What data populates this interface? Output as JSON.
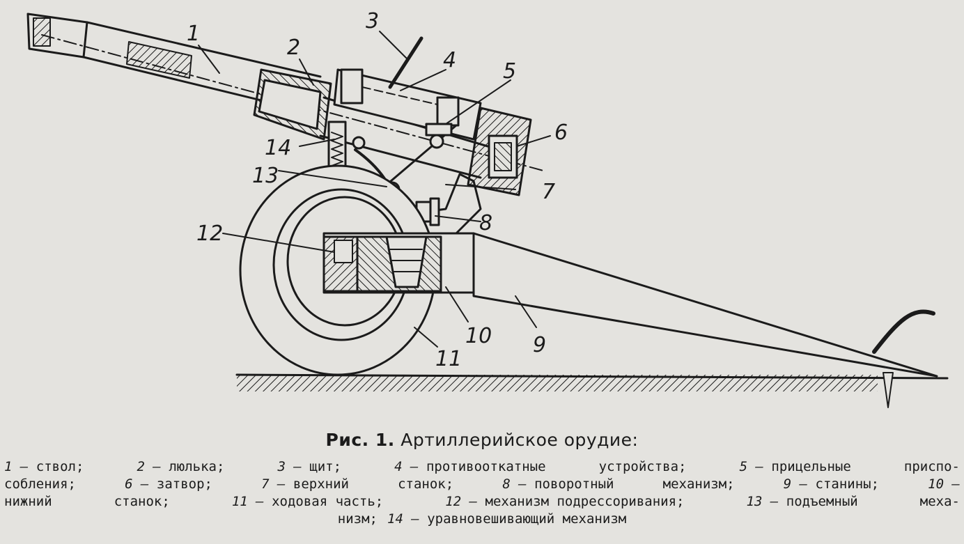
{
  "figure": {
    "labels": [
      "1",
      "2",
      "3",
      "4",
      "5",
      "6",
      "7",
      "8",
      "9",
      "10",
      "11",
      "12",
      "13",
      "14"
    ]
  },
  "caption": {
    "prefix": "Рис. 1.",
    "title": "Артиллерийское орудие:"
  },
  "legend": [
    {
      "num": "1",
      "text": "ствол;"
    },
    {
      "num": "2",
      "text": "люлька;"
    },
    {
      "num": "3",
      "text": "щит;"
    },
    {
      "num": "4",
      "text": "противооткатные устройства;"
    },
    {
      "num": "5",
      "text": "прицельные приспособления;"
    },
    {
      "num": "6",
      "text": "затвор;"
    },
    {
      "num": "7",
      "text": "верхний станок;"
    },
    {
      "num": "8",
      "text": "поворотный механизм;"
    },
    {
      "num": "9",
      "text": "станины;"
    },
    {
      "num": "10",
      "text": "нижний станок;"
    },
    {
      "num": "11",
      "text": "ходовая часть;"
    },
    {
      "num": "12",
      "text": "механизм подрессоривания;"
    },
    {
      "num": "13",
      "text": "подъемный механизм;"
    },
    {
      "num": "14",
      "text": "уравновешивающий механизм"
    }
  ],
  "legend_lines": [
    [
      {
        "num": "1 —",
        "text": "ствол;"
      },
      {
        "num": "2 —",
        "text": "люлька;"
      },
      {
        "num": "3 —",
        "text": "щит;"
      },
      {
        "num": "4 —",
        "text": "противооткатные"
      },
      {
        "num": "",
        "text": "устройства;"
      },
      {
        "num": "5 —",
        "text": "прицельные"
      },
      {
        "num": "",
        "text": "приспо-"
      }
    ],
    [
      {
        "num": "",
        "text": "собления;"
      },
      {
        "num": "6 —",
        "text": "затвор;"
      },
      {
        "num": "7 —",
        "text": "верхний"
      },
      {
        "num": "",
        "text": "станок;"
      },
      {
        "num": "8 —",
        "text": "поворотный"
      },
      {
        "num": "",
        "text": "механизм;"
      },
      {
        "num": "9 —",
        "text": "станины;"
      },
      {
        "num": "10 —",
        "text": ""
      }
    ],
    [
      {
        "num": "",
        "text": "нижний"
      },
      {
        "num": "",
        "text": "станок;"
      },
      {
        "num": "11 —",
        "text": "ходовая часть;"
      },
      {
        "num": "12 —",
        "text": "механизм подрессоривания;"
      },
      {
        "num": "13 —",
        "text": "подъемный"
      },
      {
        "num": "",
        "text": "меха-"
      }
    ],
    [
      {
        "num": "",
        "text": "низм;"
      },
      {
        "num": "14 —",
        "text": "уравновешивающий механизм"
      }
    ]
  ]
}
